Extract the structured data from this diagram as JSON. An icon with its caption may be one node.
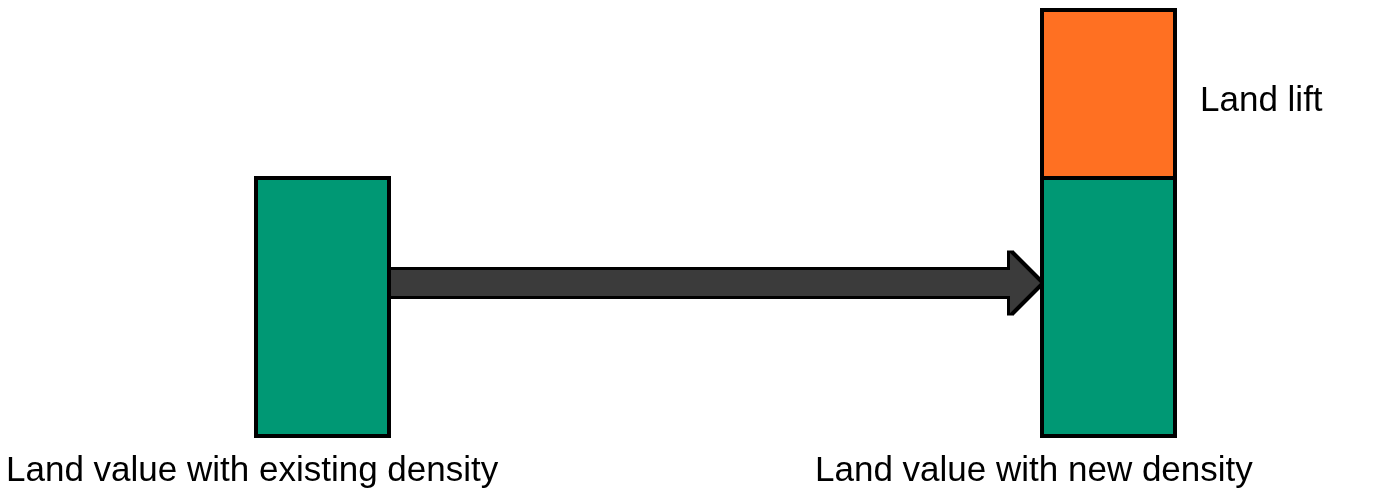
{
  "diagram": {
    "nodes": [
      {
        "text": [
          "Land value with existing density"
        ]
      },
      {
        "text": [
          "Land value with new density"
        ]
      },
      {
        "text": [
          "Land lift"
        ]
      }
    ],
    "edges": [
      {
        "from": 0,
        "to": 1,
        "arrow": "to"
      }
    ]
  }
}
